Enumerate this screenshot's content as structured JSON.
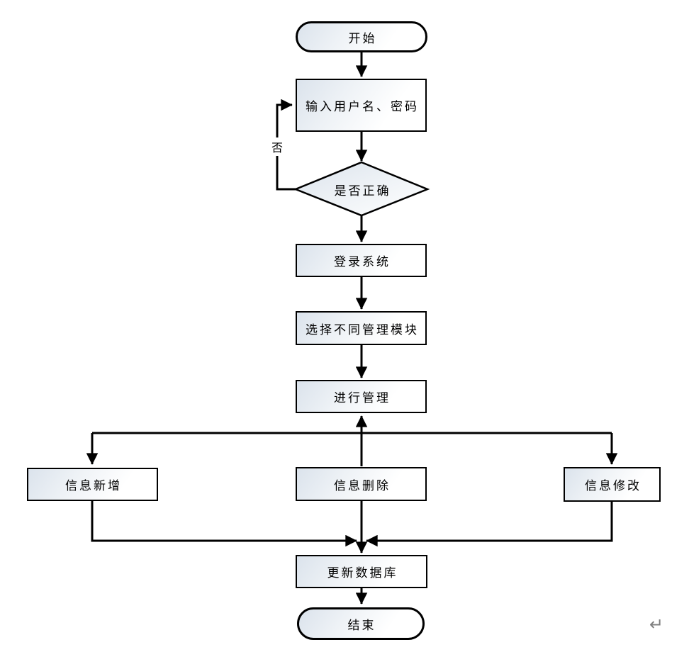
{
  "page": {
    "background": "#ffffff"
  },
  "diagram": {
    "stroke_color": "#000000",
    "node_fill_start": "#dbe3ec",
    "node_fill_end": "#ffffff",
    "nodes": [
      {
        "id": "start",
        "type": "terminator",
        "label": "开始"
      },
      {
        "id": "input-credentials",
        "type": "process",
        "label": "输入用户名、密码"
      },
      {
        "id": "verify",
        "type": "decision",
        "label": "是否正确"
      },
      {
        "id": "login",
        "type": "process",
        "label": "登录系统"
      },
      {
        "id": "select-module",
        "type": "process",
        "label": "选择不同管理模块"
      },
      {
        "id": "manage",
        "type": "process",
        "label": "进行管理"
      },
      {
        "id": "info-add",
        "type": "process",
        "label": "信息新增"
      },
      {
        "id": "info-delete",
        "type": "process",
        "label": "信息删除"
      },
      {
        "id": "info-modify",
        "type": "process",
        "label": "信息修改"
      },
      {
        "id": "update-db",
        "type": "process",
        "label": "更新数据库"
      },
      {
        "id": "end",
        "type": "terminator",
        "label": "结束"
      }
    ],
    "edge_labels": {
      "no": "否"
    }
  },
  "artifacts": {
    "paragraph_mark": "↵"
  }
}
